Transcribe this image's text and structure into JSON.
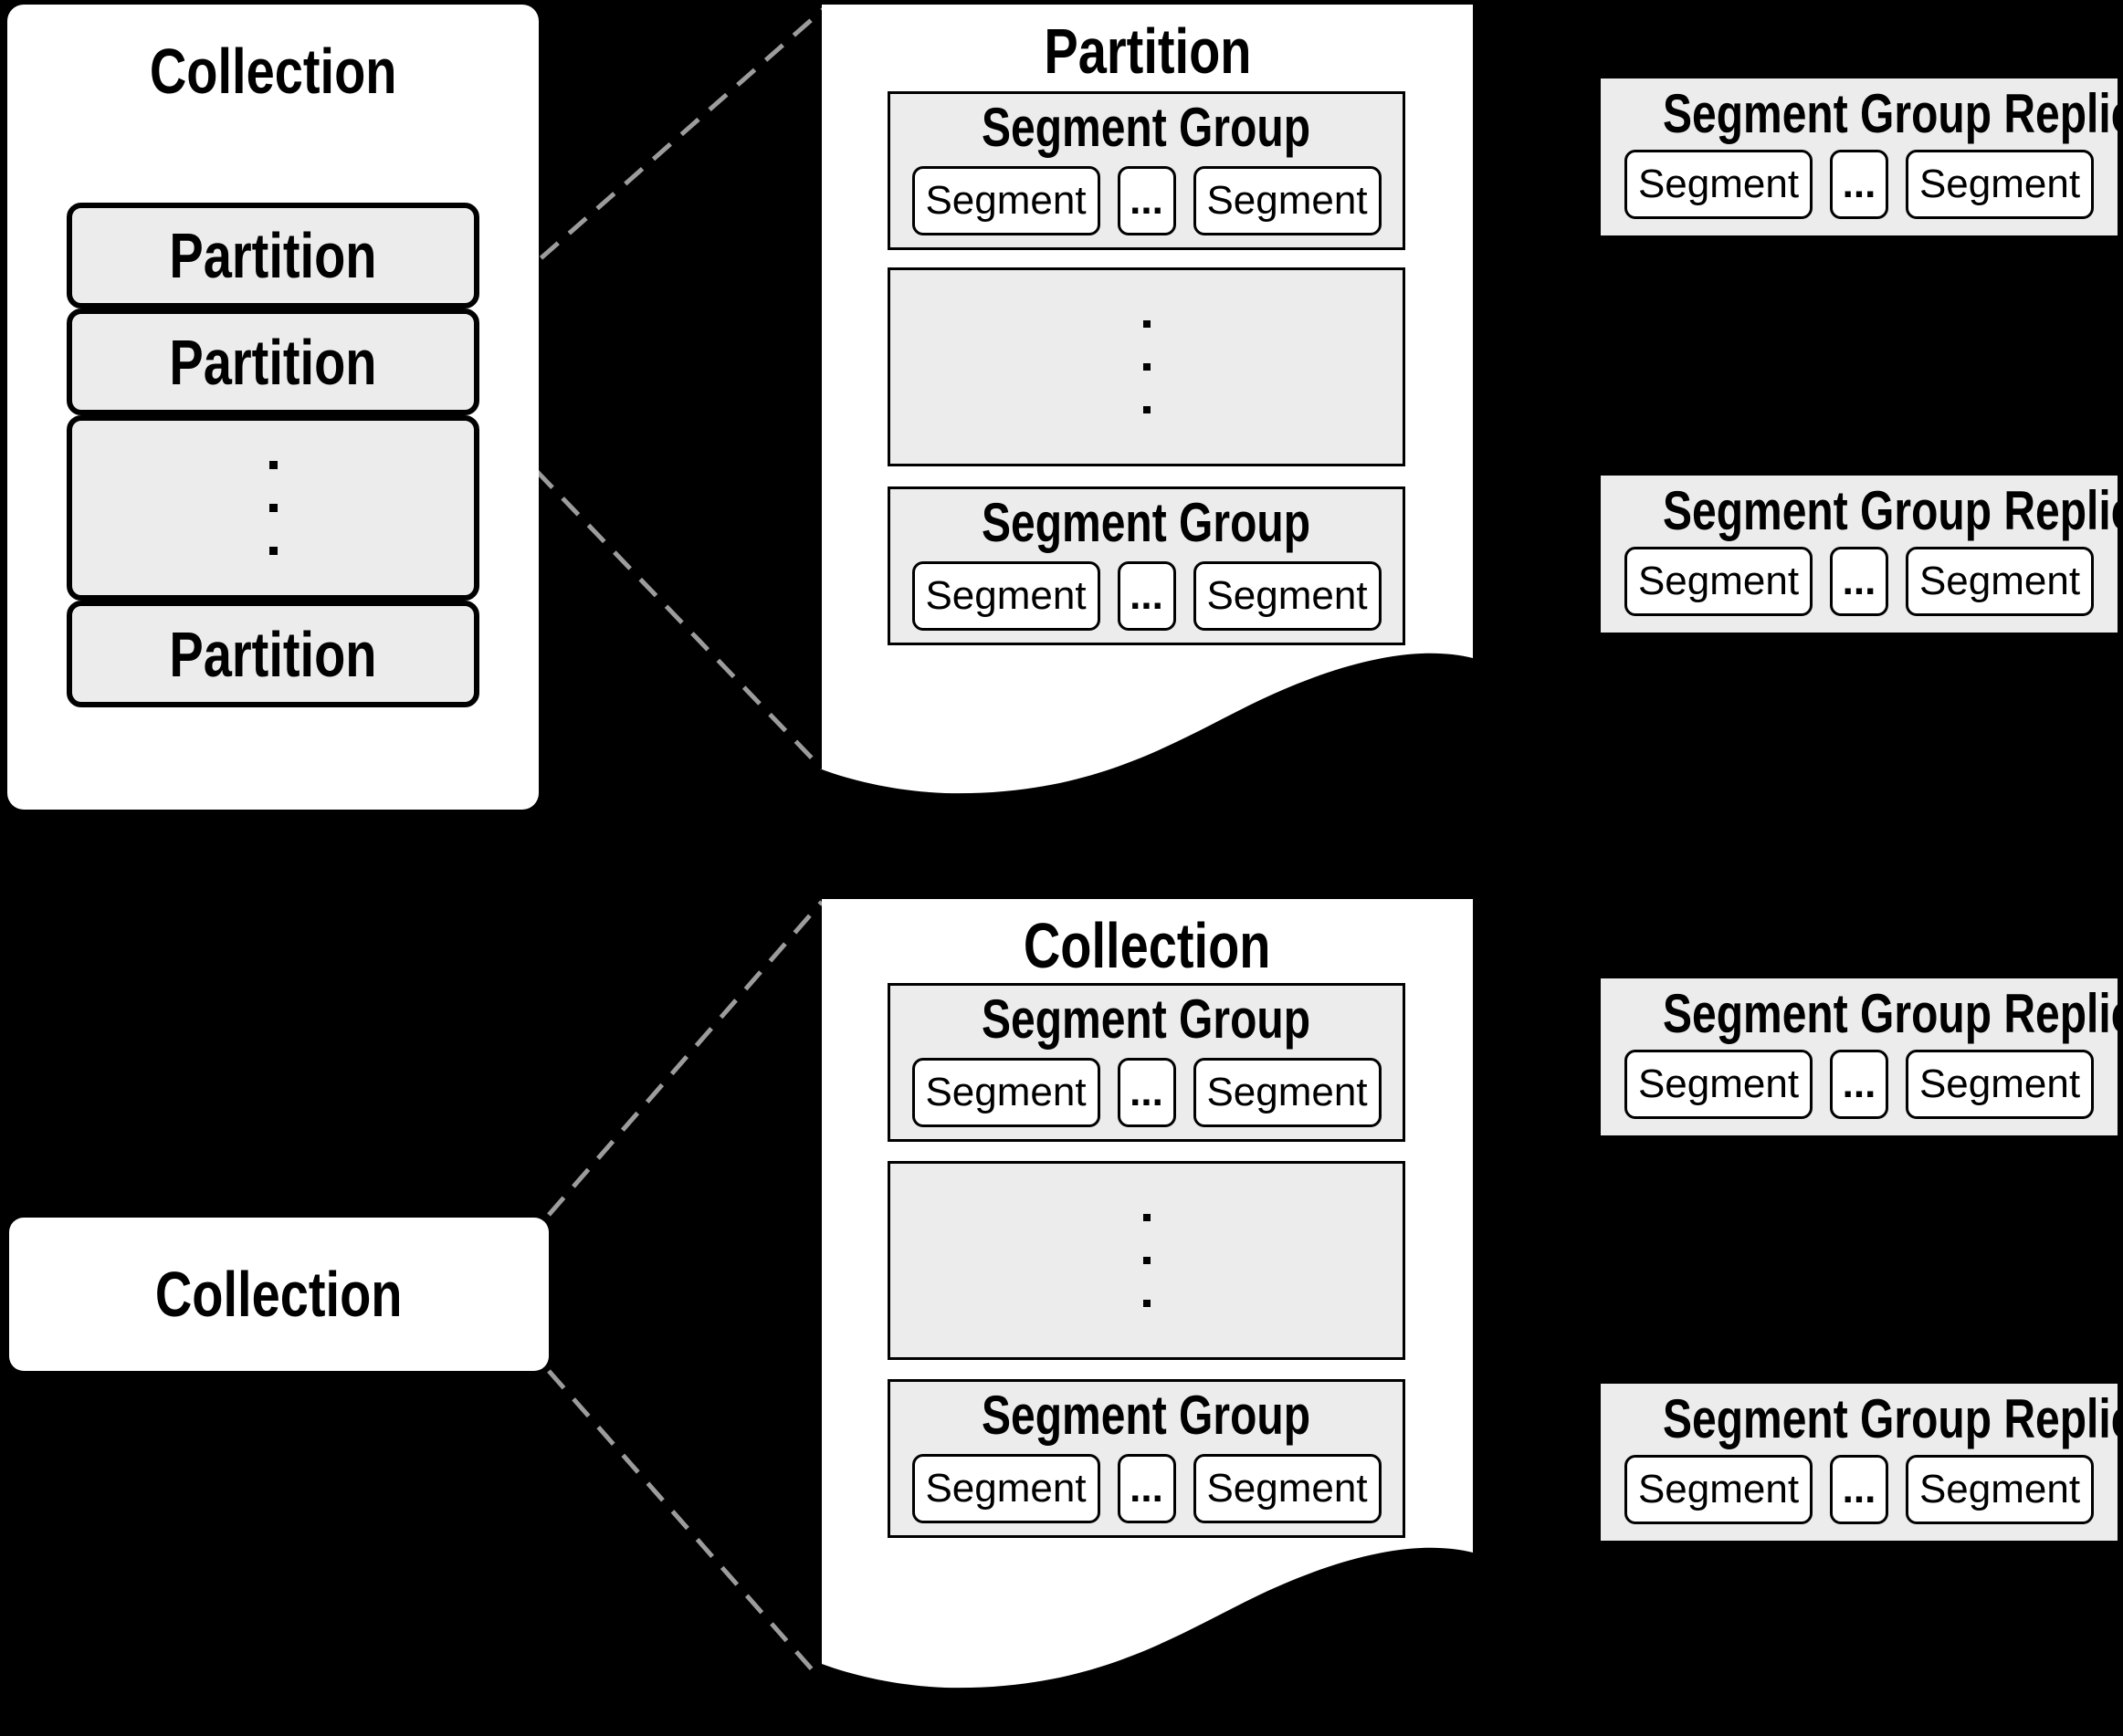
{
  "colors": {
    "background": "#000000",
    "box_fill": "#ececec",
    "page_fill": "#ffffff",
    "connector_dash": "#9c9c9c",
    "text": "#000000"
  },
  "left_panel": {
    "title": "Collection",
    "partitions": [
      "Partition",
      "Partition",
      "Partition"
    ]
  },
  "top_page": {
    "title": "Partition",
    "groups": [
      {
        "title": "Segment Group",
        "segments": [
          "Segment",
          "...",
          "Segment"
        ]
      },
      {
        "title": "Segment Group",
        "segments": [
          "Segment",
          "...",
          "Segment"
        ]
      }
    ]
  },
  "bottom_page": {
    "title": "Collection",
    "groups": [
      {
        "title": "Segment Group",
        "segments": [
          "Segment",
          "...",
          "Segment"
        ]
      },
      {
        "title": "Segment Group",
        "segments": [
          "Segment",
          "...",
          "Segment"
        ]
      }
    ]
  },
  "replicas": [
    {
      "title": "Segment Group Replica",
      "segments": [
        "Segment",
        "...",
        "Segment"
      ]
    },
    {
      "title": "Segment Group Replica",
      "segments": [
        "Segment",
        "...",
        "Segment"
      ]
    },
    {
      "title": "Segment Group Replica",
      "segments": [
        "Segment",
        "...",
        "Segment"
      ]
    },
    {
      "title": "Segment Group Replica",
      "segments": [
        "Segment",
        "...",
        "Segment"
      ]
    }
  ],
  "bottom_collection": {
    "title": "Collection"
  }
}
